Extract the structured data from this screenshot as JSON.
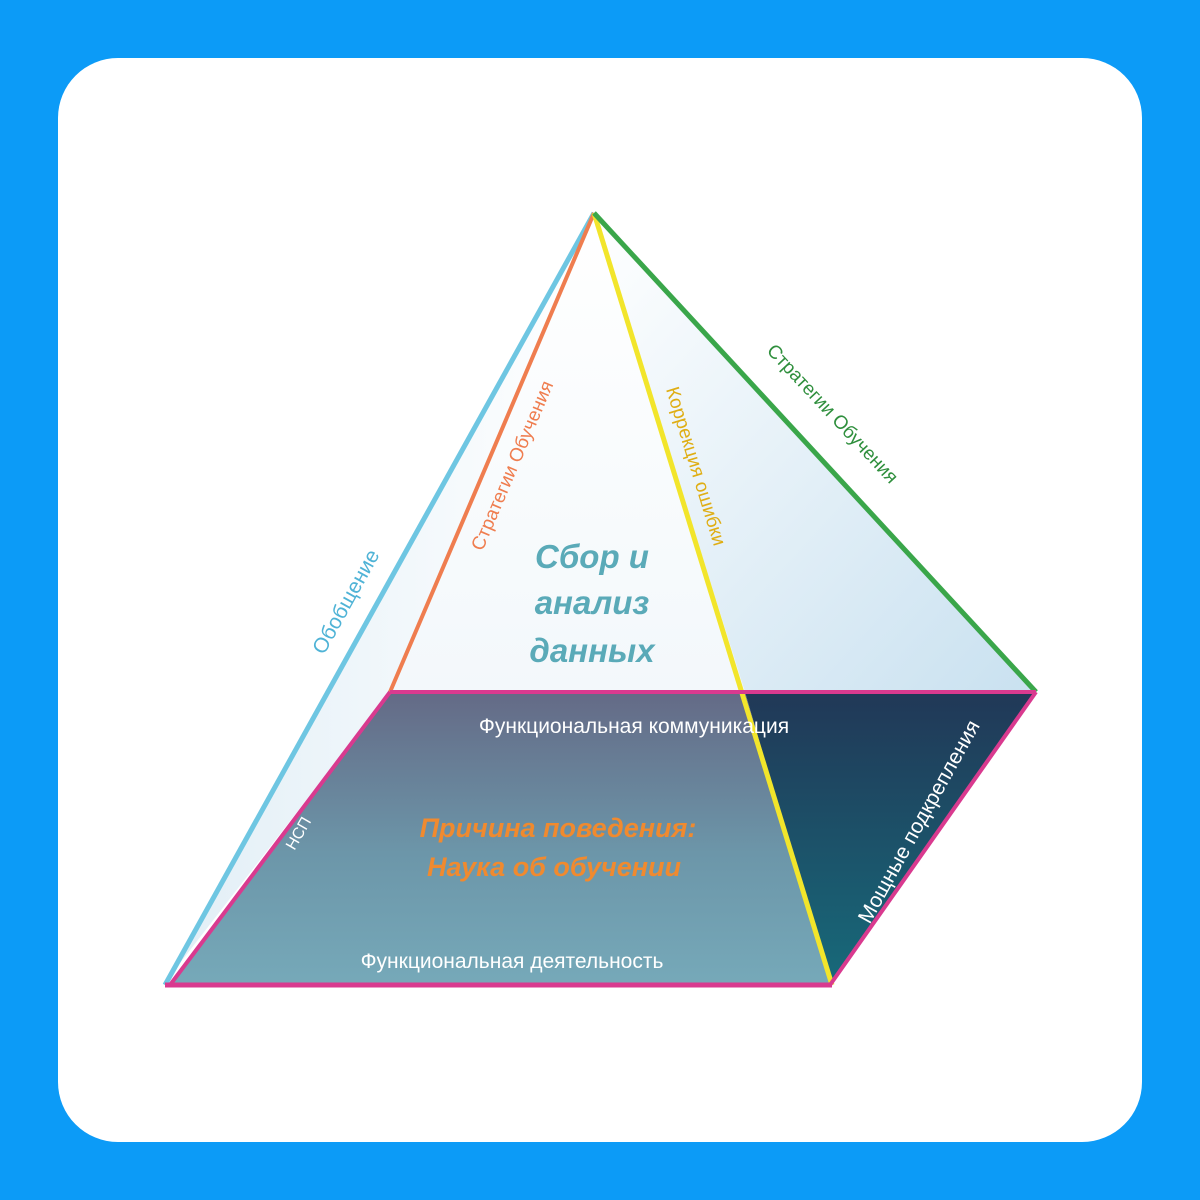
{
  "diagram": {
    "top_face_title_lines": [
      "Сбор и",
      "анализ",
      "данных"
    ],
    "base_title_lines": [
      "Причина поведения:",
      "Наука об обучении"
    ],
    "edges": {
      "left_outer": "Обобщение",
      "left_inner": "Стратегии Обучения",
      "center": "Коррекция ошибки",
      "right": "Стратегии Обучения",
      "base_left": "НСП",
      "base_right": "Мощные подкрепления"
    },
    "base_top_label": "Функциональная коммуникация",
    "base_bottom_label": "Функциональная деятельность"
  },
  "colors": {
    "frame": "#0c9bf7",
    "edge_cyan": "#6ec6e2",
    "edge_orange": "#ef7d4f",
    "edge_yellow": "#f2e52b",
    "edge_green": "#3aa64a",
    "edge_magenta": "#d93a8f",
    "title_teal": "#5aaab8",
    "title_orange": "#f08a2f"
  }
}
